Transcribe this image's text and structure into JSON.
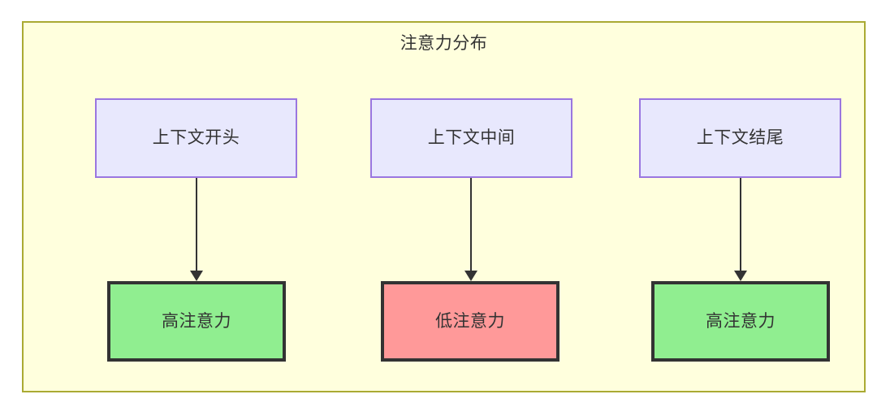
{
  "diagram": {
    "title": "注意力分布",
    "background_color": "#ffffdd",
    "border_color": "#aaaa33",
    "columns": [
      {
        "id": "col-a",
        "context": {
          "label": "上下文开头",
          "fill": "#e8e8fd",
          "stroke": "#9a76e0"
        },
        "outcome": {
          "label": "高注意力",
          "fill": "#90ee90",
          "stroke": "#333333",
          "level": "high"
        },
        "edge": {
          "label": "",
          "style": "solid-arrow"
        }
      },
      {
        "id": "col-b",
        "context": {
          "label": "上下文中间",
          "fill": "#e8e8fd",
          "stroke": "#9a76e0"
        },
        "outcome": {
          "label": "低注意力",
          "fill": "#ff9999",
          "stroke": "#333333",
          "level": "low"
        },
        "edge": {
          "label": "",
          "style": "solid-arrow"
        }
      },
      {
        "id": "col-c",
        "context": {
          "label": "上下文结尾",
          "fill": "#e8e8fd",
          "stroke": "#9a76e0"
        },
        "outcome": {
          "label": "高注意力",
          "fill": "#90ee90",
          "stroke": "#333333",
          "level": "high"
        },
        "edge": {
          "label": "",
          "style": "solid-arrow"
        }
      }
    ]
  }
}
